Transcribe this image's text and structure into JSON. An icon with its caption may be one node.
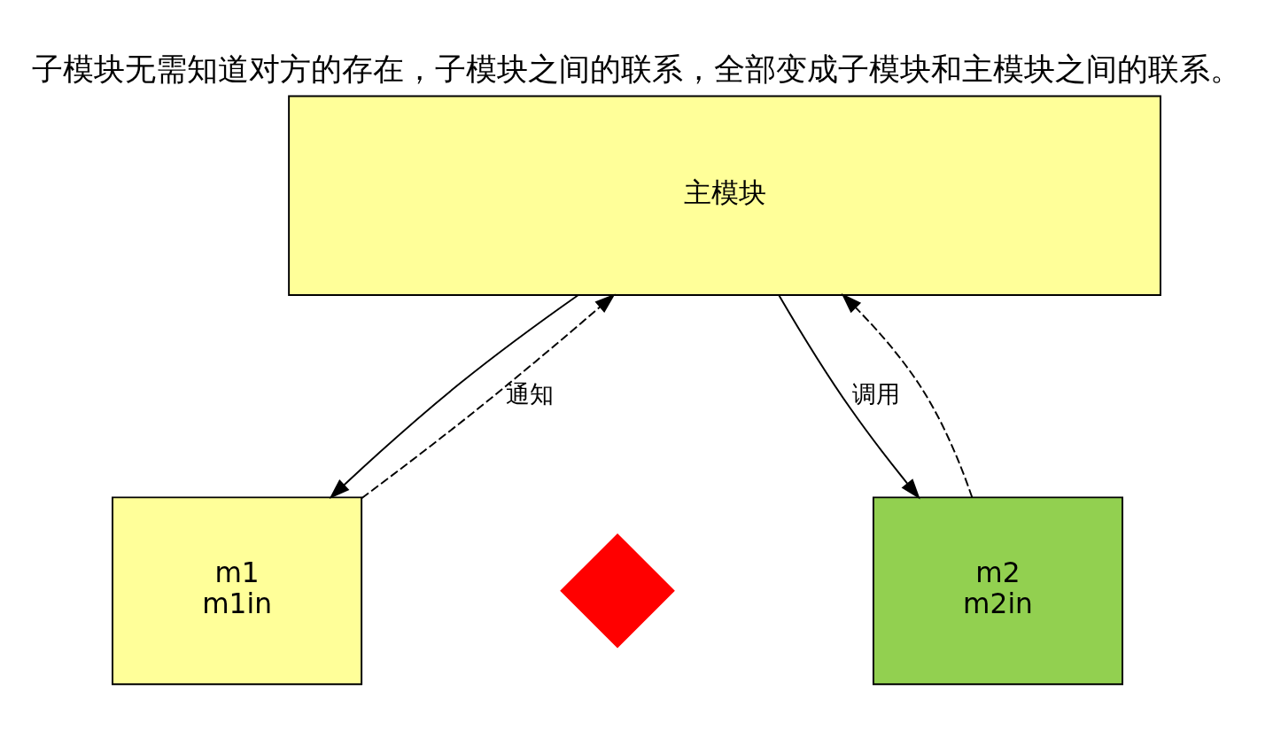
{
  "diagram": {
    "title": "子模块无需知道对方的存在，子模块之间的联系，全部变成子模块和主模块之间的联系。",
    "nodes": [
      {
        "text": [
          "主模块"
        ]
      },
      {
        "text": [
          "m1",
          "m1in"
        ]
      },
      {
        "text": [],
        "shape": "cross"
      },
      {
        "text": [
          "m2",
          "m2in"
        ]
      }
    ],
    "edges": [
      {
        "from": 1,
        "to": 0,
        "arrow": "to",
        "label": "通知",
        "style": "dashed"
      },
      {
        "from": 0,
        "to": 1,
        "arrow": "to"
      },
      {
        "from": 0,
        "to": 3,
        "arrow": "to",
        "label": "调用"
      },
      {
        "from": 3,
        "to": 0,
        "arrow": "to",
        "style": "dashed"
      }
    ]
  }
}
